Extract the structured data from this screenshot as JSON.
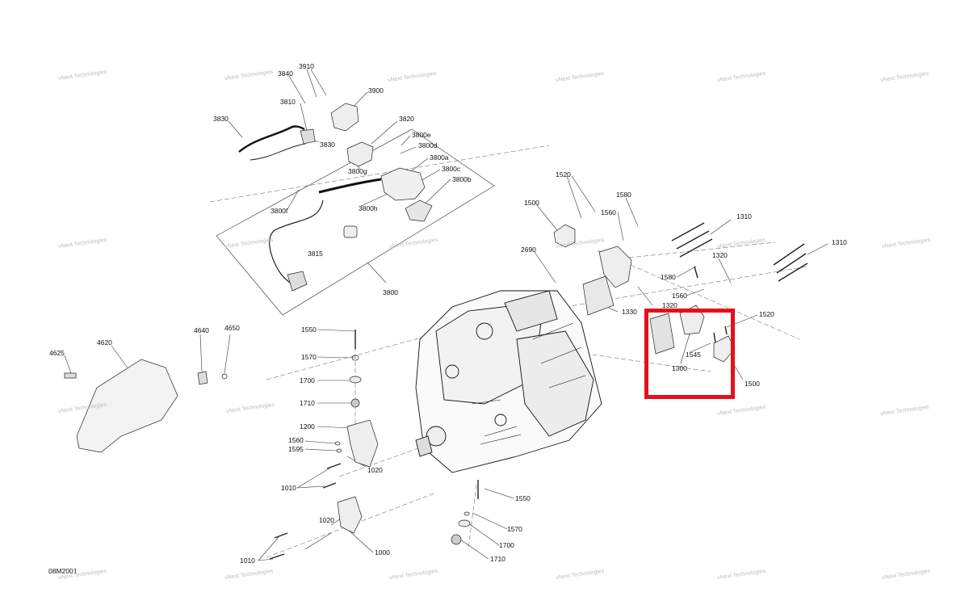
{
  "diagram_code": "08M2001",
  "watermark_text": "vNext Technologies",
  "highlight": {
    "color": "#e4111b"
  },
  "labels": {
    "p3910": "3910",
    "p3840": "3840",
    "p3810": "3810",
    "p3900": "3900",
    "p3830a": "3830",
    "p3830b": "3830",
    "p3820": "3820",
    "p3800e": "3800e",
    "p3800d": "3800d",
    "p3800a": "3800a",
    "p3800c": "3800c",
    "p3800b": "3800b",
    "p3800g": "3800g",
    "p3800h": "3800h",
    "p3800f": "3800f",
    "p3815": "3815",
    "p3800": "3800",
    "p1520a": "1520",
    "p1580a": "1580",
    "p1500a": "1500",
    "p1560a": "1560",
    "p1310a": "1310",
    "p1310b": "1310",
    "p2690": "2690",
    "p1320a": "1320",
    "p1580b": "1580",
    "p1560b": "1560",
    "p1320b": "1320",
    "p1330": "1330",
    "p1520b": "1520",
    "p1545": "1545",
    "p1300": "1300",
    "p1500b": "1500",
    "p4640": "4640",
    "p4650": "4650",
    "p4620": "4620",
    "p4625": "4625",
    "p1550a": "1550",
    "p1570a": "1570",
    "p1700a": "1700",
    "p1710a": "1710",
    "p1200": "1200",
    "p1560c": "1560",
    "p1595": "1595",
    "p1020a": "1020",
    "p1010a": "1010",
    "p1020b": "1020",
    "p1000": "1000",
    "p1010b": "1010",
    "p1550b": "1550",
    "p1570b": "1570",
    "p1700b": "1700",
    "p1710b": "1710"
  }
}
